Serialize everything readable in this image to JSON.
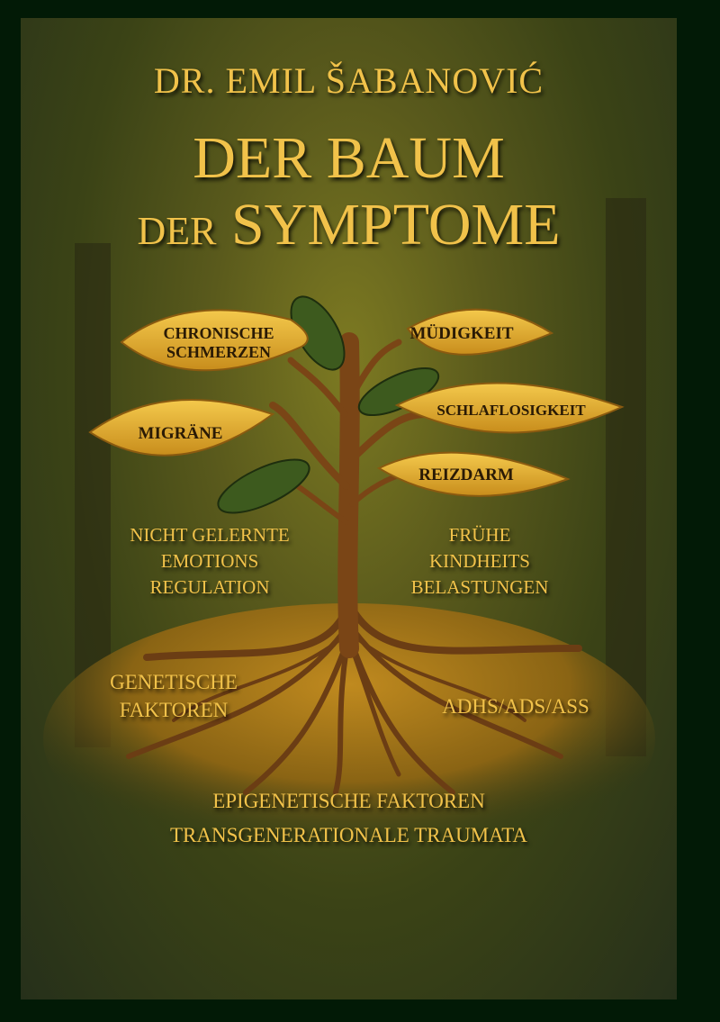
{
  "author": "DR. EMIL ŠABANOVIĆ",
  "title": {
    "line1": "DER BAUM",
    "line2_small": "DER",
    "line2_big": "SYMPTOME"
  },
  "symptoms": {
    "chronic_pain": [
      "CHRONISCHE",
      "SCHMERZEN"
    ],
    "fatigue": "MÜDIGKEIT",
    "migraine": "MIGRÄNE",
    "insomnia": "SCHLAFLOSIGKEIT",
    "ibs": "REIZDARM"
  },
  "causes": {
    "emotion_regulation": [
      "NICHT GELERNTE",
      "EMOTIONS",
      "REGULATION"
    ],
    "childhood": [
      "FRÜHE",
      "KINDHEITS",
      "BELASTUNGEN"
    ],
    "genetic": [
      "GENETISCHE",
      "FAKTOREN"
    ],
    "adhs": "ADHS/ADS/ASS",
    "epigenetic": "EPIGENETISCHE FAKTOREN",
    "transgenerational": "TRANSGENERATIONALE TRAUMATA"
  },
  "colors": {
    "gold": "#f1c24a",
    "leaf": "#e8b636",
    "frame": "#021a06"
  }
}
